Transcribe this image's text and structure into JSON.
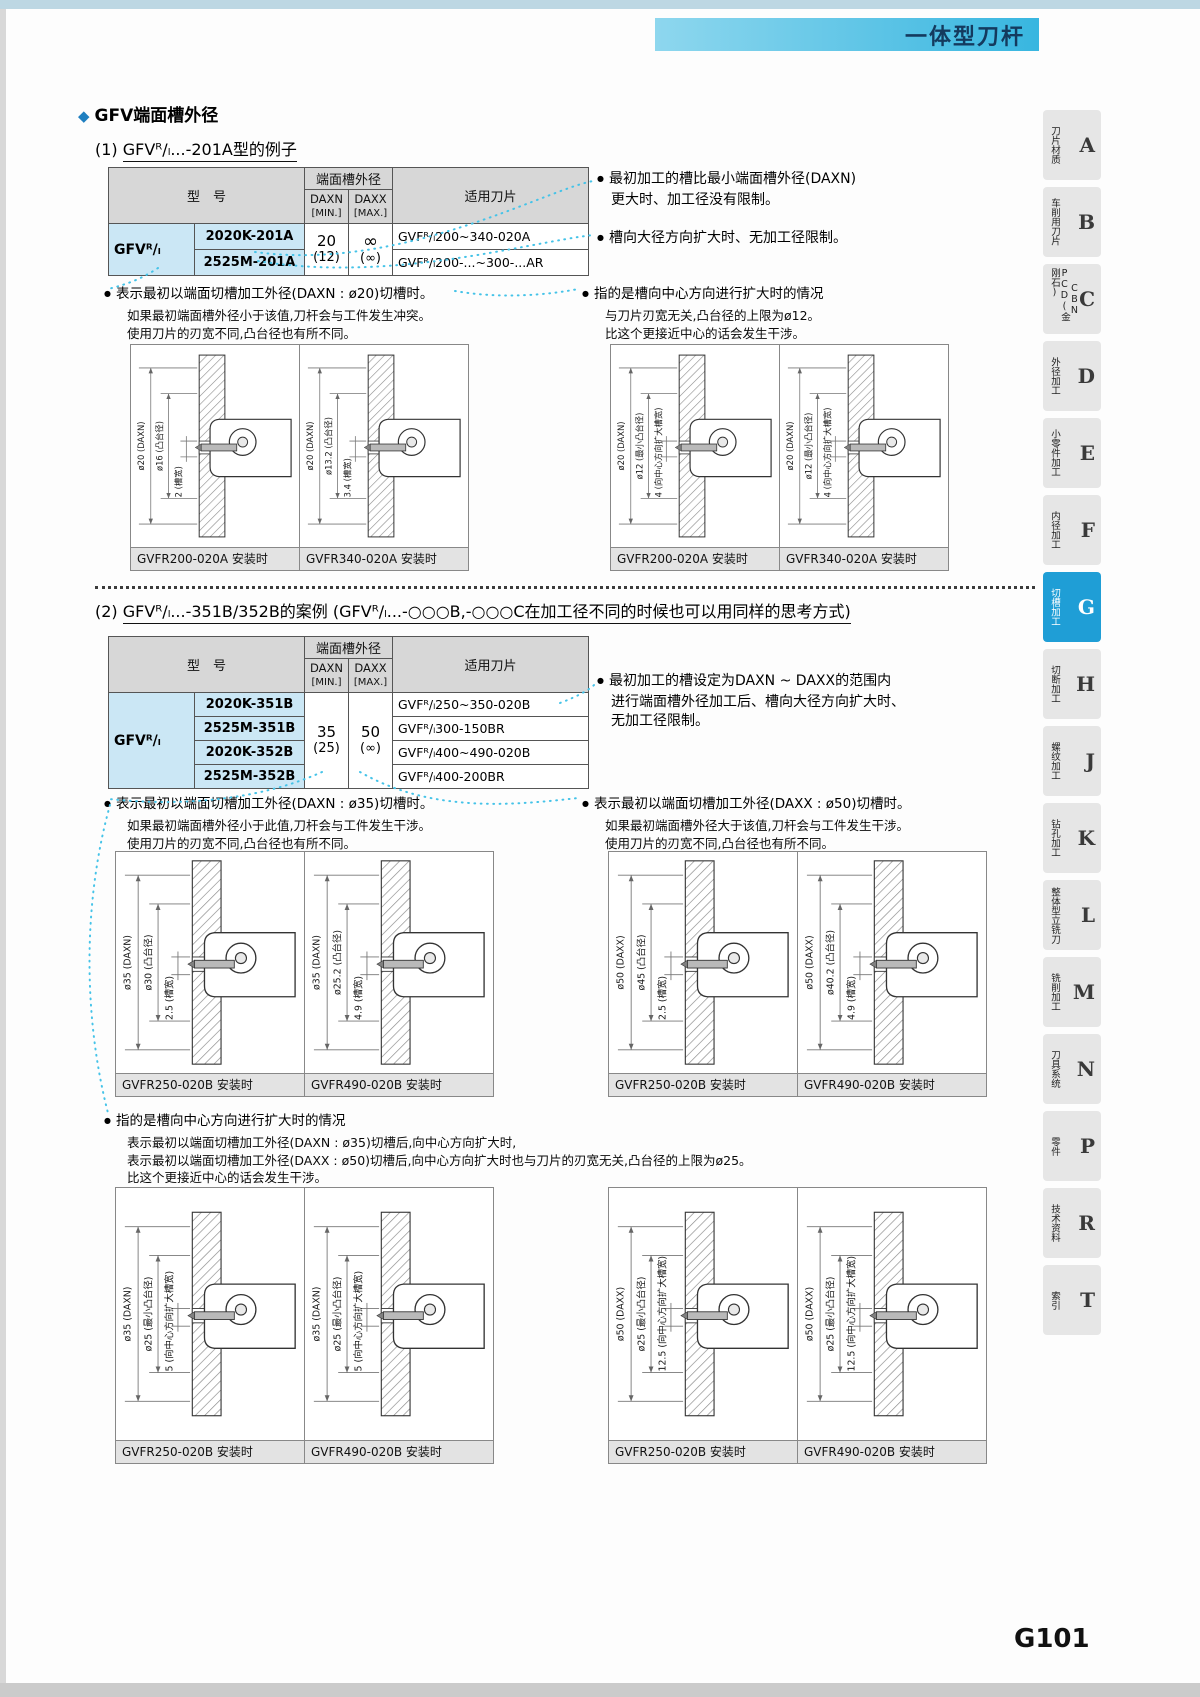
{
  "header": {
    "title": "一体型刀杆"
  },
  "sidebar": {
    "tabs": [
      {
        "label": "刀片材质",
        "letter": "A",
        "active": false
      },
      {
        "label": "车削用刀片",
        "letter": "B",
        "active": false
      },
      {
        "label": "PCD(金刚石)",
        "label2": "CBN",
        "letter": "C",
        "active": false
      },
      {
        "label": "外径加工",
        "letter": "D",
        "active": false
      },
      {
        "label": "小零件加工",
        "letter": "E",
        "active": false
      },
      {
        "label": "内径加工",
        "letter": "F",
        "active": false
      },
      {
        "label": "切槽加工",
        "letter": "G",
        "active": true
      },
      {
        "label": "切断加工",
        "letter": "H",
        "active": false
      },
      {
        "label": "螺纹加工",
        "letter": "J",
        "active": false
      },
      {
        "label": "钻孔加工",
        "letter": "K",
        "active": false
      },
      {
        "label": "整体型立铣刀",
        "letter": "L",
        "active": false
      },
      {
        "label": "铣削加工",
        "letter": "M",
        "active": false
      },
      {
        "label": "刀具系统",
        "letter": "N",
        "active": false
      },
      {
        "label": "零件",
        "letter": "P",
        "active": false
      },
      {
        "label": "技术资料",
        "letter": "R",
        "active": false
      },
      {
        "label": "索引",
        "letter": "T",
        "active": false
      }
    ]
  },
  "page_title": {
    "text": "GFV端面槽外径"
  },
  "section1": {
    "number": "(1) ",
    "heading": "GFVᴿ/ₗ...-201A型的例子",
    "table": {
      "headers": {
        "model": "型　号",
        "groove_od": "端面槽外径",
        "daxn": "DAXN",
        "daxn_sub": "[MIN.]",
        "daxx": "DAXX",
        "daxx_sub": "[MAX.]",
        "insert": "适用刀片"
      },
      "brand": "GFVᴿ/ₗ",
      "daxn_value": "20",
      "daxn_value2": "(12)",
      "daxx_value": "∞",
      "daxx_value2": "(∞)",
      "rows": [
        {
          "model": "2020K-201A",
          "insert": "GVFᴿ/ₗ200~340-020A"
        },
        {
          "model": "2525M-201A",
          "insert": "GVFᴿ/ₗ200-...~300-...AR"
        }
      ]
    },
    "notes_right": [
      {
        "line1": "最初加工的槽比最小端面槽外径(DAXN)",
        "line2": "更大时、加工径没有限制。"
      },
      {
        "line1": "槽向大径方向扩大时、无加工径限制。"
      }
    ],
    "note_left": {
      "title": "表示最初以端面切槽加工外径(DAXN : ø20)切槽时。",
      "line1": "如果最初端面槽外径小于该值,刀杆会与工件发生冲突。",
      "line2": "使用刀片的刃宽不同,凸台径也有所不同。"
    },
    "note_center": {
      "title": "指的是槽向中心方向进行扩大时的情况",
      "line1": "与刀片刃宽无关,凸台径的上限为ø12。",
      "line2": "比这个更接近中心的话会发生干涉。"
    },
    "diagrams": [
      {
        "caption": "GVFR200-020A 安装时",
        "dims": [
          "ø20 (DAXN)",
          "ø16 (凸台径)",
          "2 (槽宽)"
        ]
      },
      {
        "caption": "GVFR340-020A 安装时",
        "dims": [
          "ø20 (DAXN)",
          "ø13.2 (凸台径)",
          "3.4 (槽宽)"
        ]
      },
      {
        "caption": "GVFR200-020A 安装时",
        "dims": [
          "ø20 (DAXN)",
          "ø12 (最小凸台径)",
          "4 (向中心方向扩大槽宽)"
        ]
      },
      {
        "caption": "GVFR340-020A 安装时",
        "dims": [
          "ø20 (DAXN)",
          "ø12 (最小凸台径)",
          "4 (向中心方向扩大槽宽)"
        ]
      }
    ]
  },
  "section2": {
    "number": "(2) ",
    "heading": "GFVᴿ/ₗ...-351B/352B的案例",
    "heading_suffix": " (GFVᴿ/ₗ...-○○○B,-○○○C在加工径不同的时候也可以用同样的思考方式)",
    "table": {
      "headers": {
        "model": "型　号",
        "groove_od": "端面槽外径",
        "daxn": "DAXN",
        "daxn_sub": "[MIN.]",
        "daxx": "DAXX",
        "daxx_sub": "[MAX.]",
        "insert": "适用刀片"
      },
      "brand": "GFVᴿ/ₗ",
      "daxn_value": "35",
      "daxn_value2": "(25)",
      "daxx_value": "50",
      "daxx_value2": "(∞)",
      "rows": [
        {
          "model": "2020K-351B",
          "insert": "GVFᴿ/ₗ250~350-020B"
        },
        {
          "model": "2525M-351B",
          "insert": "GVFᴿ/ₗ300-150BR"
        },
        {
          "model": "2020K-352B",
          "insert": "GVFᴿ/ₗ400~490-020B"
        },
        {
          "model": "2525M-352B",
          "insert": "GVFᴿ/ₗ400-200BR"
        }
      ]
    },
    "note_right": {
      "line1": "最初加工的槽设定为DAXN ~ DAXX的范围内",
      "line2": "进行端面槽外径加工后、槽向大径方向扩大时、",
      "line3": "无加工径限制。"
    },
    "note_left": {
      "title": "表示最初以端面切槽加工外径(DAXN : ø35)切槽时。",
      "line1": "如果最初端面槽外径小于此值,刀杆会与工件发生干涉。",
      "line2": "使用刀片的刃宽不同,凸台径也有所不同。"
    },
    "note_right2": {
      "title": "表示最初以端面切槽加工外径(DAXX : ø50)切槽时。",
      "line1": "如果最初端面槽外径大于该值,刀杆会与工件发生干涉。",
      "line2": "使用刀片的刃宽不同,凸台径也有所不同。"
    },
    "diagrams": [
      {
        "caption": "GVFR250-020B 安装时",
        "dims": [
          "ø35 (DAXN)",
          "ø30 (凸台径)",
          "2.5 (槽宽)"
        ]
      },
      {
        "caption": "GVFR490-020B 安装时",
        "dims": [
          "ø35 (DAXN)",
          "ø25.2 (凸台径)",
          "4.9 (槽宽)"
        ]
      },
      {
        "caption": "GVFR250-020B 安装时",
        "dims": [
          "ø50 (DAXX)",
          "ø45 (凸台径)",
          "2.5 (槽宽)"
        ]
      },
      {
        "caption": "GVFR490-020B 安装时",
        "dims": [
          "ø50 (DAXX)",
          "ø40.2 (凸台径)",
          "4.9 (槽宽)"
        ]
      }
    ]
  },
  "section3": {
    "note": {
      "title": "指的是槽向中心方向进行扩大时的情况",
      "line1": "表示最初以端面切槽加工外径(DAXN : ø35)切槽后,向中心方向扩大时,",
      "line2": "表示最初以端面切槽加工外径(DAXX : ø50)切槽后,向中心方向扩大时也与刀片的刃宽无关,凸台径的上限为ø25。",
      "line3": "比这个更接近中心的话会发生干涉。"
    },
    "diagrams": [
      {
        "caption": "GVFR250-020B 安装时",
        "dims": [
          "ø35 (DAXN)",
          "ø25 (最小凸台径)",
          "5 (向中心方向扩大槽宽)"
        ]
      },
      {
        "caption": "GVFR490-020B 安装时",
        "dims": [
          "ø35 (DAXN)",
          "ø25 (最小凸台径)",
          "5 (向中心方向扩大槽宽)"
        ]
      },
      {
        "caption": "GVFR250-020B 安装时",
        "dims": [
          "ø50 (DAXX)",
          "ø25 (最小凸台径)",
          "12.5 (向中心方向扩大槽宽)"
        ]
      },
      {
        "caption": "GVFR490-020B 安装时",
        "dims": [
          "ø50 (DAXX)",
          "ø25 (最小凸台径)",
          "12.5 (向中心方向扩大槽宽)"
        ]
      }
    ]
  },
  "footer": {
    "page_number": "G101"
  },
  "colors": {
    "accent_cyan": "#38b6e0",
    "tab_active_blue": "#1f9ed6",
    "table_blue": "#cbe7f5",
    "header_gray": "#d7d7d7",
    "connector_cyan": "#45c3e8"
  }
}
